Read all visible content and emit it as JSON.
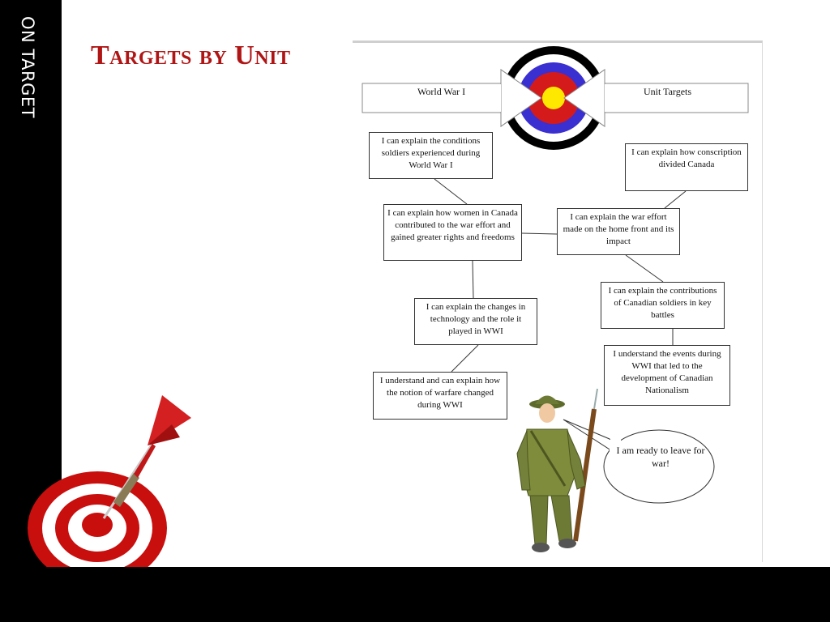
{
  "sidebar": {
    "label": "ON TARGET"
  },
  "slide": {
    "title": "Targets by Unit"
  },
  "diagram": {
    "left_arrow_label": "World War I",
    "right_arrow_label": "Unit Targets",
    "targets": {
      "conditions": "I can explain the conditions soldiers experienced during World War I",
      "conscription": "I can explain how conscription divided Canada",
      "women": "I can explain how women in Canada contributed to the war effort and gained greater rights and freedoms",
      "home_front": "I can explain the war effort made on the home front and its impact",
      "battles": "I can explain the contributions of Canadian soldiers in key battles",
      "technology": "I can explain the changes in technology and the role it played in WWI",
      "nationalism": "I understand the events during WWI that led to the development of Canadian Nationalism",
      "warfare": "I understand and can explain how the notion of warfare changed during WWI"
    },
    "speech_bubble": "I am ready to leave for war!"
  },
  "colors": {
    "title": "#b01515",
    "target_ring_red": "#d41a1a",
    "target_ring_white": "#ffffff",
    "logo_yellow": "#ffe800",
    "logo_blue": "#3a2fd0",
    "sidebar": "#000000"
  }
}
